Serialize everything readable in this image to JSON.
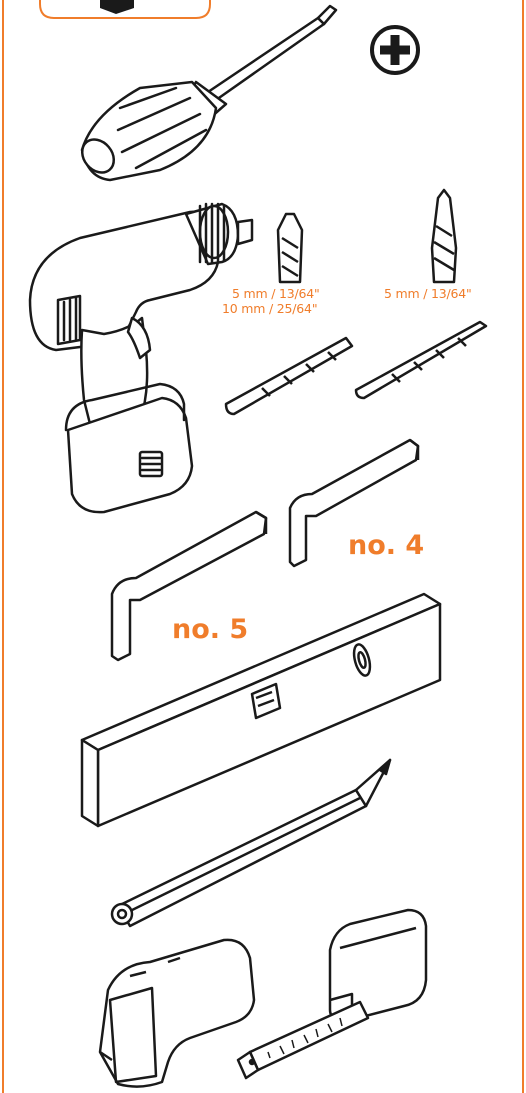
{
  "colors": {
    "accent": "#f07d2b",
    "ink": "#1a1a1a",
    "paper": "#ffffff"
  },
  "icons": [
    "box-icon",
    "phillips-head-icon",
    "screwdriver-icon",
    "cordless-drill-icon",
    "masonry-drill-bit-icon",
    "wood-drill-bit-icon",
    "hex-key-icon",
    "spirit-level-icon",
    "pencil-icon",
    "stud-finder-icon",
    "tape-measure-icon"
  ],
  "tools": {
    "masonry_bit": {
      "size_line1": "5 mm / 13/64\"",
      "size_line2": "10 mm / 25/64\""
    },
    "wood_bit": {
      "size": "5 mm / 13/64\""
    },
    "hex_key_small": {
      "label": "no. 4"
    },
    "hex_key_large": {
      "label": "no. 5"
    }
  }
}
